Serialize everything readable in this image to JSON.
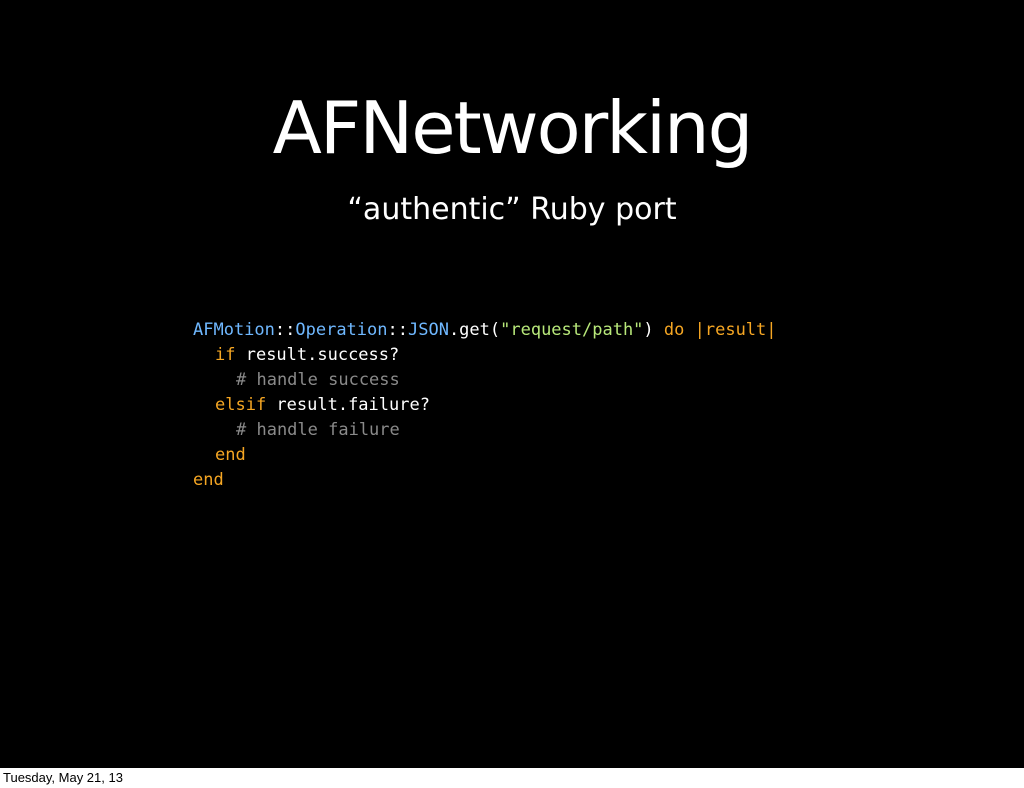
{
  "slide": {
    "title": "AFNetworking",
    "subtitle": "“authentic” Ruby port",
    "code_lines": [
      {
        "indent": 0,
        "tokens": [
          {
            "text": "AFMotion",
            "role": "constant"
          },
          {
            "text": "::",
            "role": "plain"
          },
          {
            "text": "Operation",
            "role": "constant"
          },
          {
            "text": "::",
            "role": "plain"
          },
          {
            "text": "JSON",
            "role": "constant"
          },
          {
            "text": ".get(",
            "role": "plain"
          },
          {
            "text": "\"request/path\"",
            "role": "string"
          },
          {
            "text": ") ",
            "role": "plain"
          },
          {
            "text": "do",
            "role": "keyword"
          },
          {
            "text": " |result|",
            "role": "param"
          }
        ]
      },
      {
        "indent": 1,
        "tokens": [
          {
            "text": "if",
            "role": "keyword"
          },
          {
            "text": " result.success?",
            "role": "plain"
          }
        ]
      },
      {
        "indent": 2,
        "tokens": [
          {
            "text": "# handle success",
            "role": "comment"
          }
        ]
      },
      {
        "indent": 1,
        "tokens": [
          {
            "text": "elsif",
            "role": "keyword"
          },
          {
            "text": " result.failure?",
            "role": "plain"
          }
        ]
      },
      {
        "indent": 2,
        "tokens": [
          {
            "text": "# handle failure",
            "role": "comment"
          }
        ]
      },
      {
        "indent": 1,
        "tokens": [
          {
            "text": "end",
            "role": "keyword"
          }
        ]
      },
      {
        "indent": 0,
        "tokens": [
          {
            "text": "end",
            "role": "keyword"
          }
        ]
      }
    ]
  },
  "footer": {
    "date_label": "Tuesday, May 21, 13"
  },
  "colors": {
    "background": "#000000",
    "page": "#ffffff",
    "text": "#ffffff",
    "constant": "#6fb8ff",
    "string": "#b8e87a",
    "keyword": "#f5a623",
    "param": "#f5a623",
    "comment": "#8a8a8a",
    "plain": "#ffffff"
  }
}
